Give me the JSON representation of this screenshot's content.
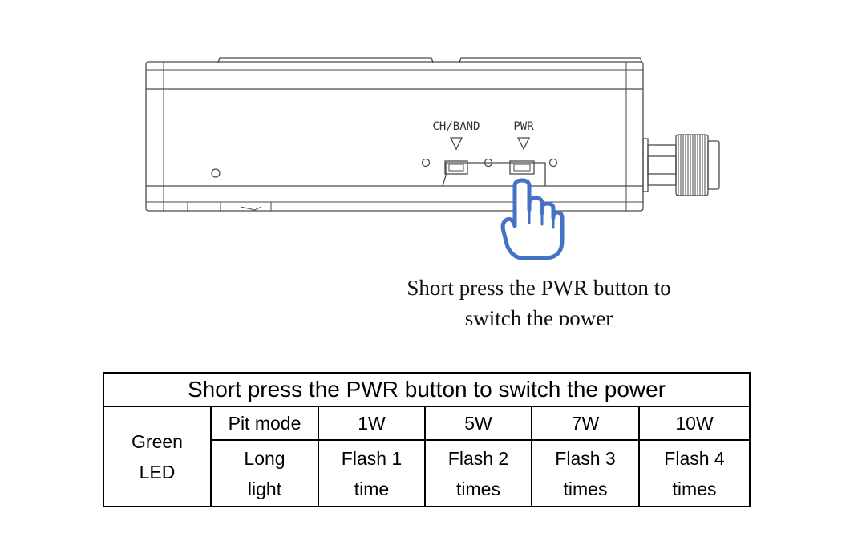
{
  "diagram": {
    "buttons": [
      {
        "label": "CH/BAND"
      },
      {
        "label": "PWR"
      }
    ],
    "hand_icon": "pointing-hand-icon",
    "arrow_icon": "down-triangle-icon",
    "accent_color": "#4472c4",
    "caption": "Short press the PWR button to switch the power"
  },
  "table": {
    "title": "Short press the PWR button to switch the power",
    "row_label_line1": "Green",
    "row_label_line2": "LED",
    "modes": [
      "Pit mode",
      "1W",
      "5W",
      "7W",
      "10W"
    ],
    "indications": [
      {
        "line1": "Long",
        "line2": "light"
      },
      {
        "line1": "Flash 1",
        "line2": "time"
      },
      {
        "line1": "Flash 2",
        "line2": "times"
      },
      {
        "line1": "Flash 3",
        "line2": "times"
      },
      {
        "line1": "Flash 4",
        "line2": "times"
      }
    ]
  }
}
